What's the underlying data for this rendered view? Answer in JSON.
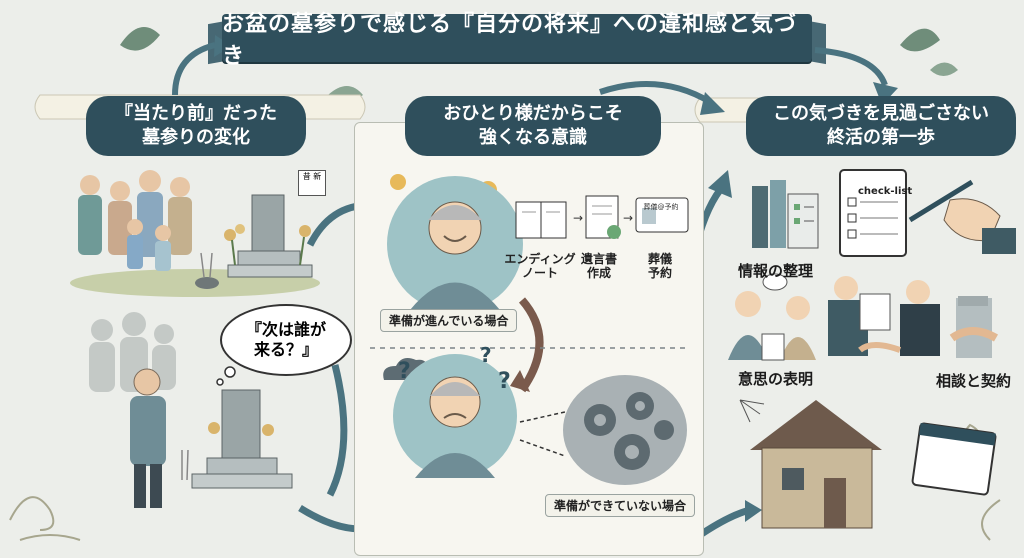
{
  "title": "お盆の墓参りで感じる『自分の将来』への違和感と気づき",
  "sections": [
    {
      "heading_line1": "『当たり前』だった",
      "heading_line2": "墓参りの変化"
    },
    {
      "heading_line1": "おひとり様だからこそ",
      "heading_line2": "強くなる意識"
    },
    {
      "heading_line1": "この気づきを見過ごさない",
      "heading_line2": "終活の第一歩"
    }
  ],
  "calendar_tag": "昔 新",
  "speech_bubble": {
    "line1": "『次は誰が",
    "line2": "来る？』"
  },
  "documents": [
    {
      "label_line1": "エンディング",
      "label_line2": "ノート"
    },
    {
      "label_line1": "遺言書",
      "label_line2": "作成"
    },
    {
      "label_line1": "葬儀",
      "label_line2": "予約"
    }
  ],
  "id_card_text": "葬儀@予約",
  "status": {
    "prepared": "準備が進んでいる場合",
    "unprepared": "準備ができていない場合"
  },
  "steps": {
    "info": "情報の整理",
    "checklist": "check-list",
    "intent": "意思の表明",
    "consult": "相談と契約"
  },
  "colors": {
    "dark_teal": "#2f4f5c",
    "light_teal": "#9ec3c6",
    "background": "#eceeea",
    "panel": "#f7f6f0"
  }
}
